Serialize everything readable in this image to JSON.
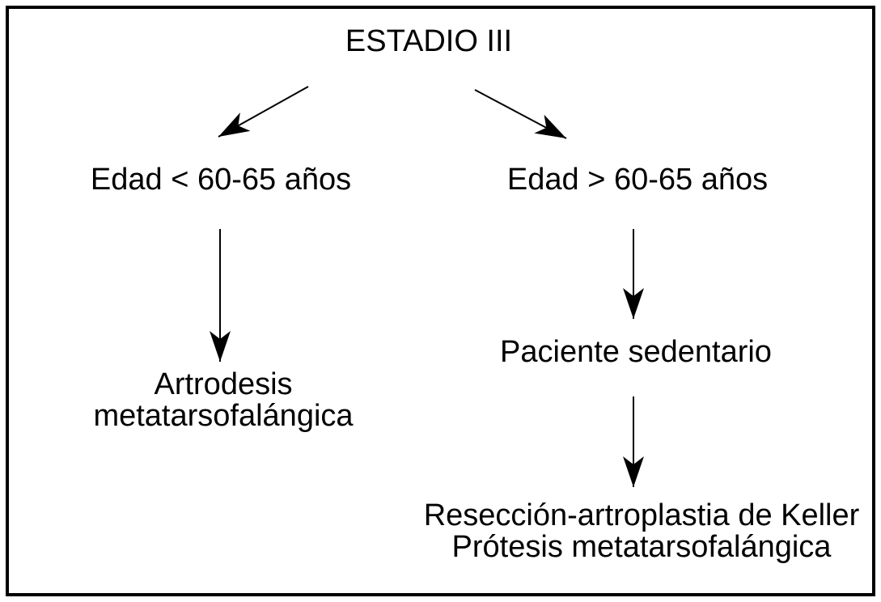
{
  "diagram": {
    "type": "flowchart",
    "language": "es",
    "title": "ESTADIO III",
    "nodes": {
      "title": {
        "text": "ESTADIO III"
      },
      "left_condition": {
        "text": "Edad < 60-65 años"
      },
      "right_condition": {
        "text": "Edad > 60-65 años"
      },
      "left_outcome": {
        "line1": "Artrodesis",
        "line2": "metatarsofalángica"
      },
      "right_intermediate": {
        "text": "Paciente sedentario"
      },
      "right_outcome": {
        "line1": "Resección-artroplastia de Keller",
        "line2": "Prótesis metatarsofalángica"
      }
    },
    "edges": [
      {
        "from": "title",
        "to": "left_condition"
      },
      {
        "from": "title",
        "to": "right_condition"
      },
      {
        "from": "left_condition",
        "to": "left_outcome"
      },
      {
        "from": "right_condition",
        "to": "right_intermediate"
      },
      {
        "from": "right_intermediate",
        "to": "right_outcome"
      }
    ],
    "colors": {
      "background": "#ffffff",
      "ink": "#000000",
      "border": "#000000"
    }
  }
}
